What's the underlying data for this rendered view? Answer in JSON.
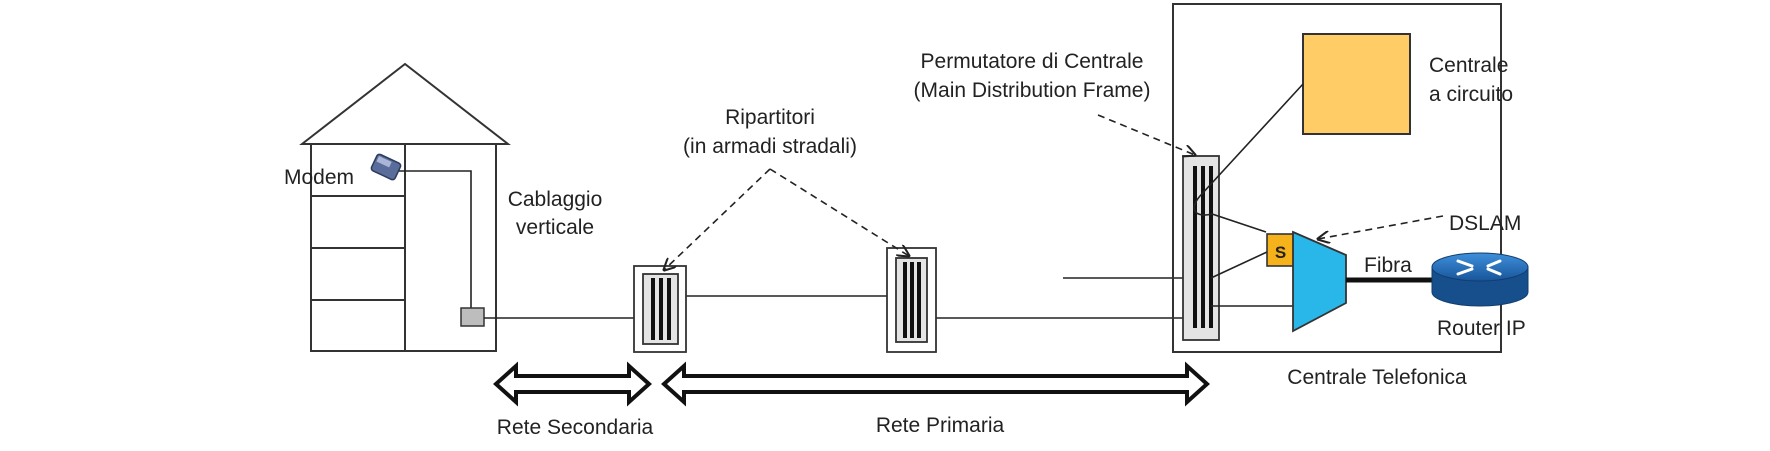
{
  "labels": {
    "modem": "Modem",
    "cablaggio_line1": "Cablaggio",
    "cablaggio_line2": "verticale",
    "ripartitori_line1": "Ripartitori",
    "ripartitori_line2": "(in armadi stradali)",
    "permutatore_line1": "Permutatore di Centrale",
    "permutatore_line2": "(Main Distribution Frame)",
    "centrale_circuito_line1": "Centrale",
    "centrale_circuito_line2": "a circuito",
    "dslam": "DSLAM",
    "splitter": "S",
    "fibra": "Fibra",
    "router": "Router IP",
    "centrale_telefonica": "Centrale Telefonica",
    "rete_secondaria": "Rete Secondaria",
    "rete_primaria": "Rete Primaria"
  },
  "icons": {
    "modem": "modem-icon",
    "router": "router-icon"
  },
  "colors": {
    "circuit_switch": "#FFCC66",
    "dslam": "#29B6E8",
    "splitter": "#F5B21A",
    "router": "#1F6FC0",
    "frame_fill": "#E4E4E4",
    "house_box": "#BDBDBD"
  }
}
